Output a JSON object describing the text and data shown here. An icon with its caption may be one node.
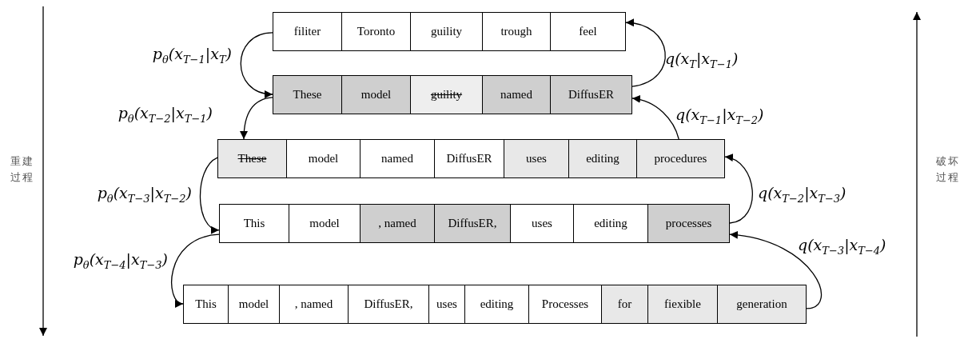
{
  "diagram": {
    "nodes": [
      {
        "text": [],
        "shape": "box"
      },
      {
        "text": [
          "filiter"
        ],
        "in": 0
      },
      {
        "text": [
          "Toronto"
        ],
        "in": 0
      },
      {
        "text": [
          "guility"
        ],
        "in": 0
      },
      {
        "text": [
          "trough"
        ],
        "in": 0
      },
      {
        "text": [
          "feel"
        ],
        "in": 0
      },
      {
        "text": [],
        "shape": "box"
      },
      {
        "text": [
          "These"
        ],
        "in": 6
      },
      {
        "text": [
          "model"
        ],
        "in": 6
      },
      {
        "text": [
          "guility"
        ],
        "in": 6
      },
      {
        "text": [
          "named"
        ],
        "in": 6
      },
      {
        "text": [
          "DiffusER"
        ],
        "in": 6
      },
      {
        "text": [],
        "shape": "box"
      },
      {
        "text": [
          "These"
        ],
        "in": 12
      },
      {
        "text": [
          "model"
        ],
        "in": 12
      },
      {
        "text": [
          "named"
        ],
        "in": 12
      },
      {
        "text": [
          "DiffusER"
        ],
        "in": 12
      },
      {
        "text": [
          "uses"
        ],
        "in": 12
      },
      {
        "text": [
          "editing"
        ],
        "in": 12
      },
      {
        "text": [
          "procedures"
        ],
        "in": 12
      },
      {
        "text": [],
        "shape": "box"
      },
      {
        "text": [
          "This"
        ],
        "in": 20
      },
      {
        "text": [
          "model"
        ],
        "in": 20
      },
      {
        "text": [
          ", named"
        ],
        "in": 20
      },
      {
        "text": [
          "DiffusER,"
        ],
        "in": 20
      },
      {
        "text": [
          "uses"
        ],
        "in": 20
      },
      {
        "text": [
          "editing"
        ],
        "in": 20
      },
      {
        "text": [
          "processes"
        ],
        "in": 20
      },
      {
        "text": [],
        "shape": "box"
      },
      {
        "text": [
          "This"
        ],
        "in": 28
      },
      {
        "text": [
          "model"
        ],
        "in": 28
      },
      {
        "text": [
          ", named"
        ],
        "in": 28
      },
      {
        "text": [
          "DiffusER,"
        ],
        "in": 28
      },
      {
        "text": [
          "uses"
        ],
        "in": 28
      },
      {
        "text": [
          "editing"
        ],
        "in": 28
      },
      {
        "text": [
          "Processes"
        ],
        "in": 28
      },
      {
        "text": [
          "for"
        ],
        "in": 28
      },
      {
        "text": [
          "fiexible"
        ],
        "in": 28
      },
      {
        "text": [
          "generation"
        ],
        "in": 28
      }
    ],
    "edges": [
      {
        "from": 0,
        "to": 6,
        "arrow": "to",
        "label": "p$_{θ}$(x$_{T−1}$|x$_{T}$)"
      },
      {
        "from": 6,
        "to": 12,
        "arrow": "to",
        "label": "p$_{θ}$(x$_{T−2}$|x$_{T−1}$)"
      },
      {
        "from": 12,
        "to": 20,
        "arrow": "to",
        "label": "p$_{θ}$(x$_{T−3}$|x$_{T−2}$)"
      },
      {
        "from": 20,
        "to": 28,
        "arrow": "to",
        "label": "p$_{θ}$(x$_{T−4}$|x$_{T−3}$)"
      },
      {
        "from": 6,
        "to": 0,
        "arrow": "to",
        "label": "q(x$_{T}$|x$_{T−1}$)"
      },
      {
        "from": 12,
        "to": 6,
        "arrow": "to",
        "label": "q(x$_{T−1}$|x$_{T−2}$)"
      },
      {
        "from": 20,
        "to": 12,
        "arrow": "to",
        "label": "q(x$_{T−2}$|x$_{T−3}$)"
      },
      {
        "from": 28,
        "to": 20,
        "arrow": "to",
        "label": "q(x$_{T−3}$|x$_{T−4}$)"
      }
    ],
    "labels": [
      "重建过程",
      "破坏过程"
    ]
  }
}
